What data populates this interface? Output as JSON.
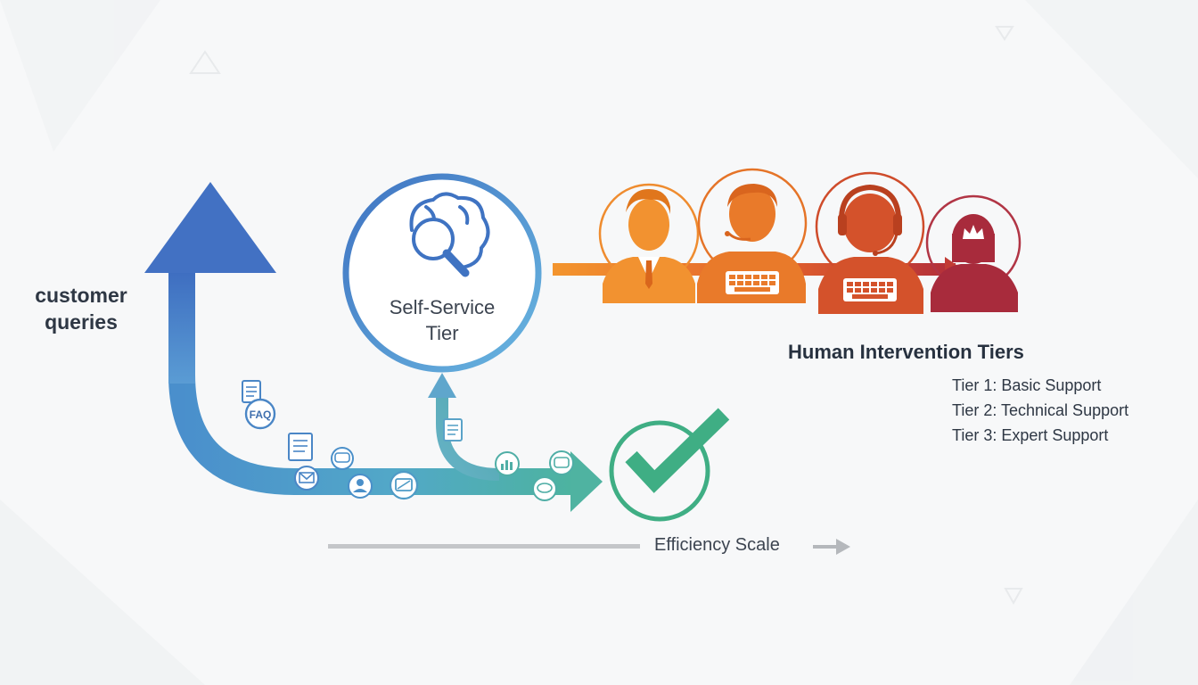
{
  "diagram": {
    "queries_label": [
      "customer",
      "queries"
    ],
    "self_service_label": [
      "Self-Service",
      "Tier"
    ],
    "human_title": "Human Intervention Tiers",
    "tiers": [
      "Tier 1: Basic Support",
      "Tier 2: Technical Support",
      "Tier 3: Expert Support"
    ],
    "efficiency_label": "Efficiency Scale",
    "faq_badge": "FAQ",
    "colors": {
      "blue": "#3f78c4",
      "teal": "#4eb0a6",
      "green": "#3fae84",
      "orange": "#ef8a2c",
      "red_orange": "#d9542c",
      "crimson": "#a82b3c",
      "gray": "#b9bcc0"
    },
    "icons": {
      "brain_search": "brain-magnifier-icon",
      "checkmark": "checkmark-icon",
      "persons": [
        "businessman-icon",
        "headset-keyboard-agent-icon",
        "headset-agent-keyboard-icon",
        "crowned-expert-icon"
      ],
      "flow": [
        "document-icon",
        "faq-icon",
        "chat-icon",
        "mail-icon",
        "user-icon",
        "message-icon",
        "chart-icon",
        "chat-bubble-icon"
      ]
    }
  }
}
